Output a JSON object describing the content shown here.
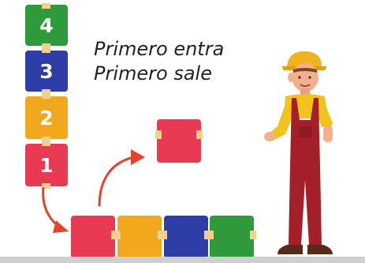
{
  "caption": {
    "line1": "Primero entra",
    "line2": "Primero sale"
  },
  "stack": [
    {
      "label": "4",
      "color": "#2e9a3c"
    },
    {
      "label": "3",
      "color": "#2f3da6"
    },
    {
      "label": "2",
      "color": "#f2a81d"
    },
    {
      "label": "1",
      "color": "#e83a52"
    }
  ],
  "floating_box": {
    "color": "#e83a52"
  },
  "floor_row": [
    "#e83a52",
    "#f2a81d",
    "#2f3da6",
    "#2e9a3c"
  ],
  "arrows": {
    "color": "#e8402a"
  },
  "icons": {
    "worker": "worker-illustration",
    "arrow1": "curved-arrow-down-icon",
    "arrow2": "curved-arrow-up-icon"
  }
}
